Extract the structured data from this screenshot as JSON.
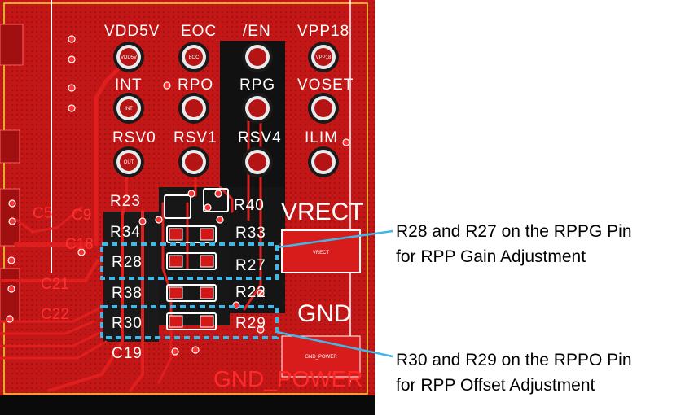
{
  "pin_labels": {
    "vdd5v": "VDD5V",
    "eoc": "EOC",
    "en": "/EN",
    "vpp18": "VPP18",
    "int": "INT",
    "rpo": "RPO",
    "rpg": "RPG",
    "voset": "VOSET",
    "rsv0": "RSV0",
    "rsv1": "RSV1",
    "rsv4": "RSV4",
    "ilim": "ILIM"
  },
  "component_labels": {
    "r23": "R23",
    "r34": "R34",
    "r28": "R28",
    "r38": "R38",
    "r30": "R30",
    "c19": "C19",
    "r40": "R40",
    "r33": "R33",
    "r27": "R27",
    "r22": "R22",
    "r29": "R29",
    "c18": "C18",
    "c21": "C21",
    "c22": "C22",
    "c5": "C5",
    "c9": "C9"
  },
  "net_labels": {
    "vrect": "VRECT",
    "gnd": "GND",
    "gnd_power": "GND_POWER"
  },
  "pad_tiny_text": {
    "vdd5v": "VDD5V",
    "eoc": "EOC",
    "vpp18": "VPP18",
    "int": "INT",
    "out": "OUT",
    "vrect": "VRECT",
    "gnd_power": "GND_POWER"
  },
  "callouts": {
    "rppg": {
      "line1": "R28 and R27 on the RPPG Pin",
      "line2": "for RPP Gain Adjustment"
    },
    "rppo": {
      "line1": "R30 and R29 on the RPPO Pin",
      "line2": "for RPP Offset Adjustment"
    }
  },
  "colors": {
    "board": "#c41414",
    "copper": "#d41818",
    "pad": "#e8eaec",
    "highlight": "#3fb8e8",
    "silkscreen": "#ffffff"
  }
}
